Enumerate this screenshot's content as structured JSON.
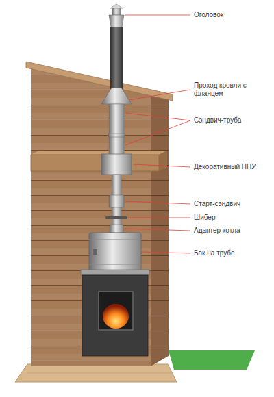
{
  "diagram": {
    "labels": [
      "Оголовок",
      "Проход кровли с фланцем",
      "Сэндвич-труба",
      "Декоративный ППУ",
      "Старт-сэндвич",
      "Шибер",
      "Адаптер котла",
      "Бак на трубе"
    ]
  }
}
